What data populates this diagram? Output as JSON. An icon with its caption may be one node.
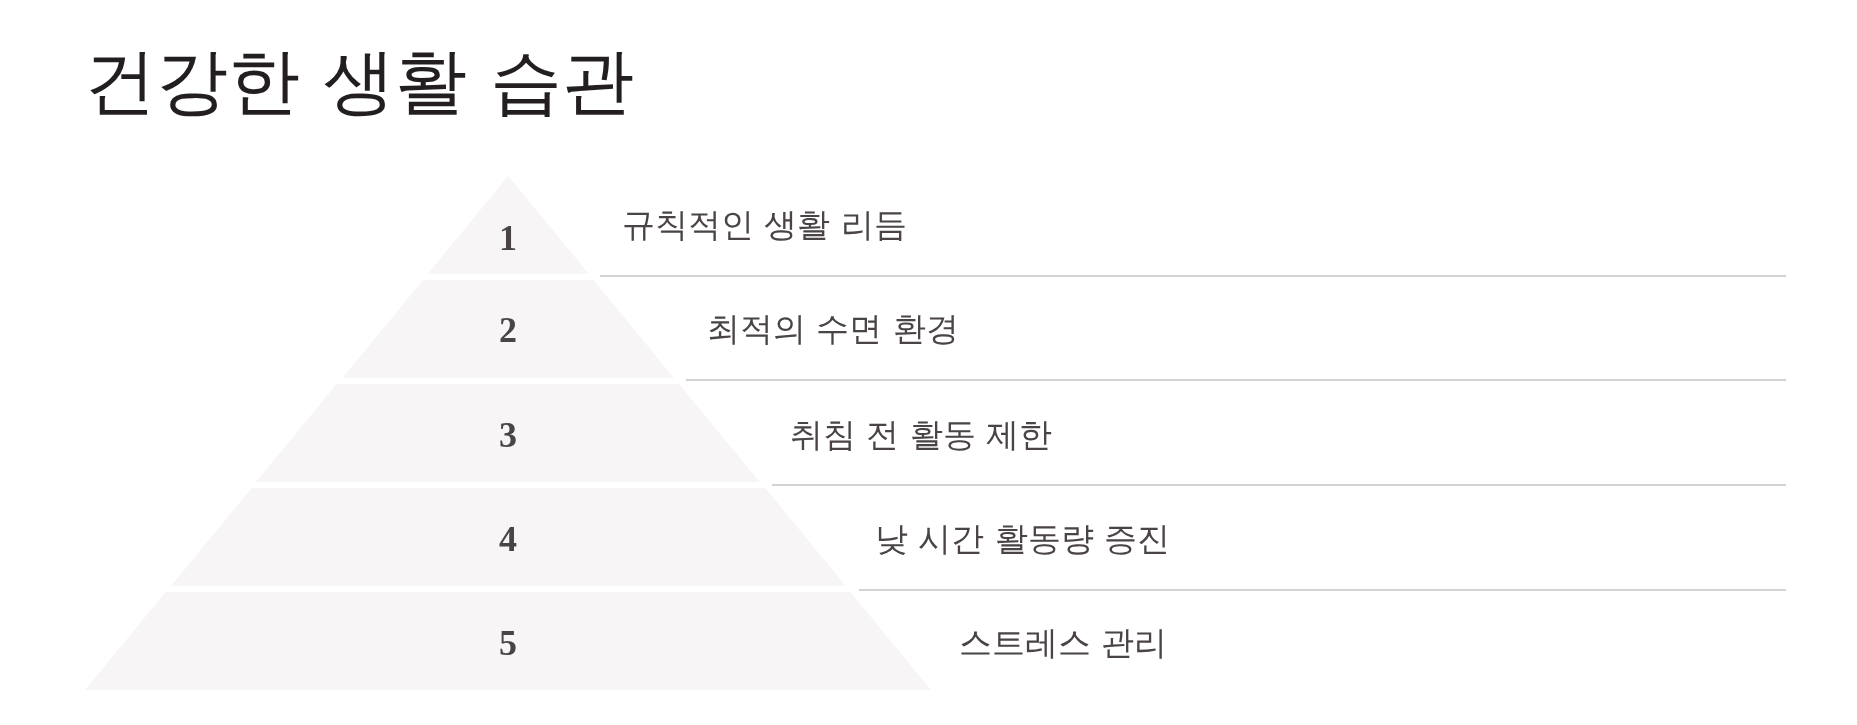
{
  "diagram": {
    "title": "건강한 생활 습관",
    "nodes": [
      {
        "text": [
          "1"
        ],
        "beside": [
          "규칙적인 생활 리듬"
        ]
      },
      {
        "text": [
          "2"
        ],
        "beside": [
          "최적의 수면 환경"
        ]
      },
      {
        "text": [
          "3"
        ],
        "beside": [
          "취침 전 활동 제한"
        ]
      },
      {
        "text": [
          "4"
        ],
        "beside": [
          "낮 시간 활동량 증진"
        ]
      },
      {
        "text": [
          "5"
        ],
        "beside": [
          "스트레스 관리"
        ]
      }
    ]
  }
}
